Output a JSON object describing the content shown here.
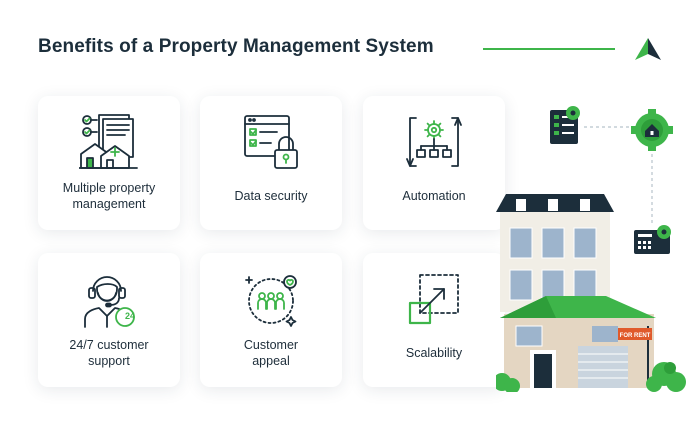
{
  "header": {
    "title": "Benefits of a Property Management System"
  },
  "cards": [
    {
      "label_line1": "Multiple property",
      "label_line2": "management",
      "icon": "houses-document-icon"
    },
    {
      "label_line1": "Data security",
      "label_line2": "",
      "icon": "browser-lock-icon"
    },
    {
      "label_line1": "Automation",
      "label_line2": "",
      "icon": "gear-flow-icon"
    },
    {
      "label_line1": "24/7 customer",
      "label_line2": "support",
      "icon": "support-agent-icon"
    },
    {
      "label_line1": "Customer",
      "label_line2": "appeal",
      "icon": "people-heart-icon"
    },
    {
      "label_line1": "Scalability",
      "label_line2": "",
      "icon": "scale-up-icon"
    }
  ],
  "illustration": {
    "sign_text": "FOR RENT"
  },
  "colors": {
    "accent_green": "#3eb54a",
    "dark_navy": "#1c2e3b"
  }
}
